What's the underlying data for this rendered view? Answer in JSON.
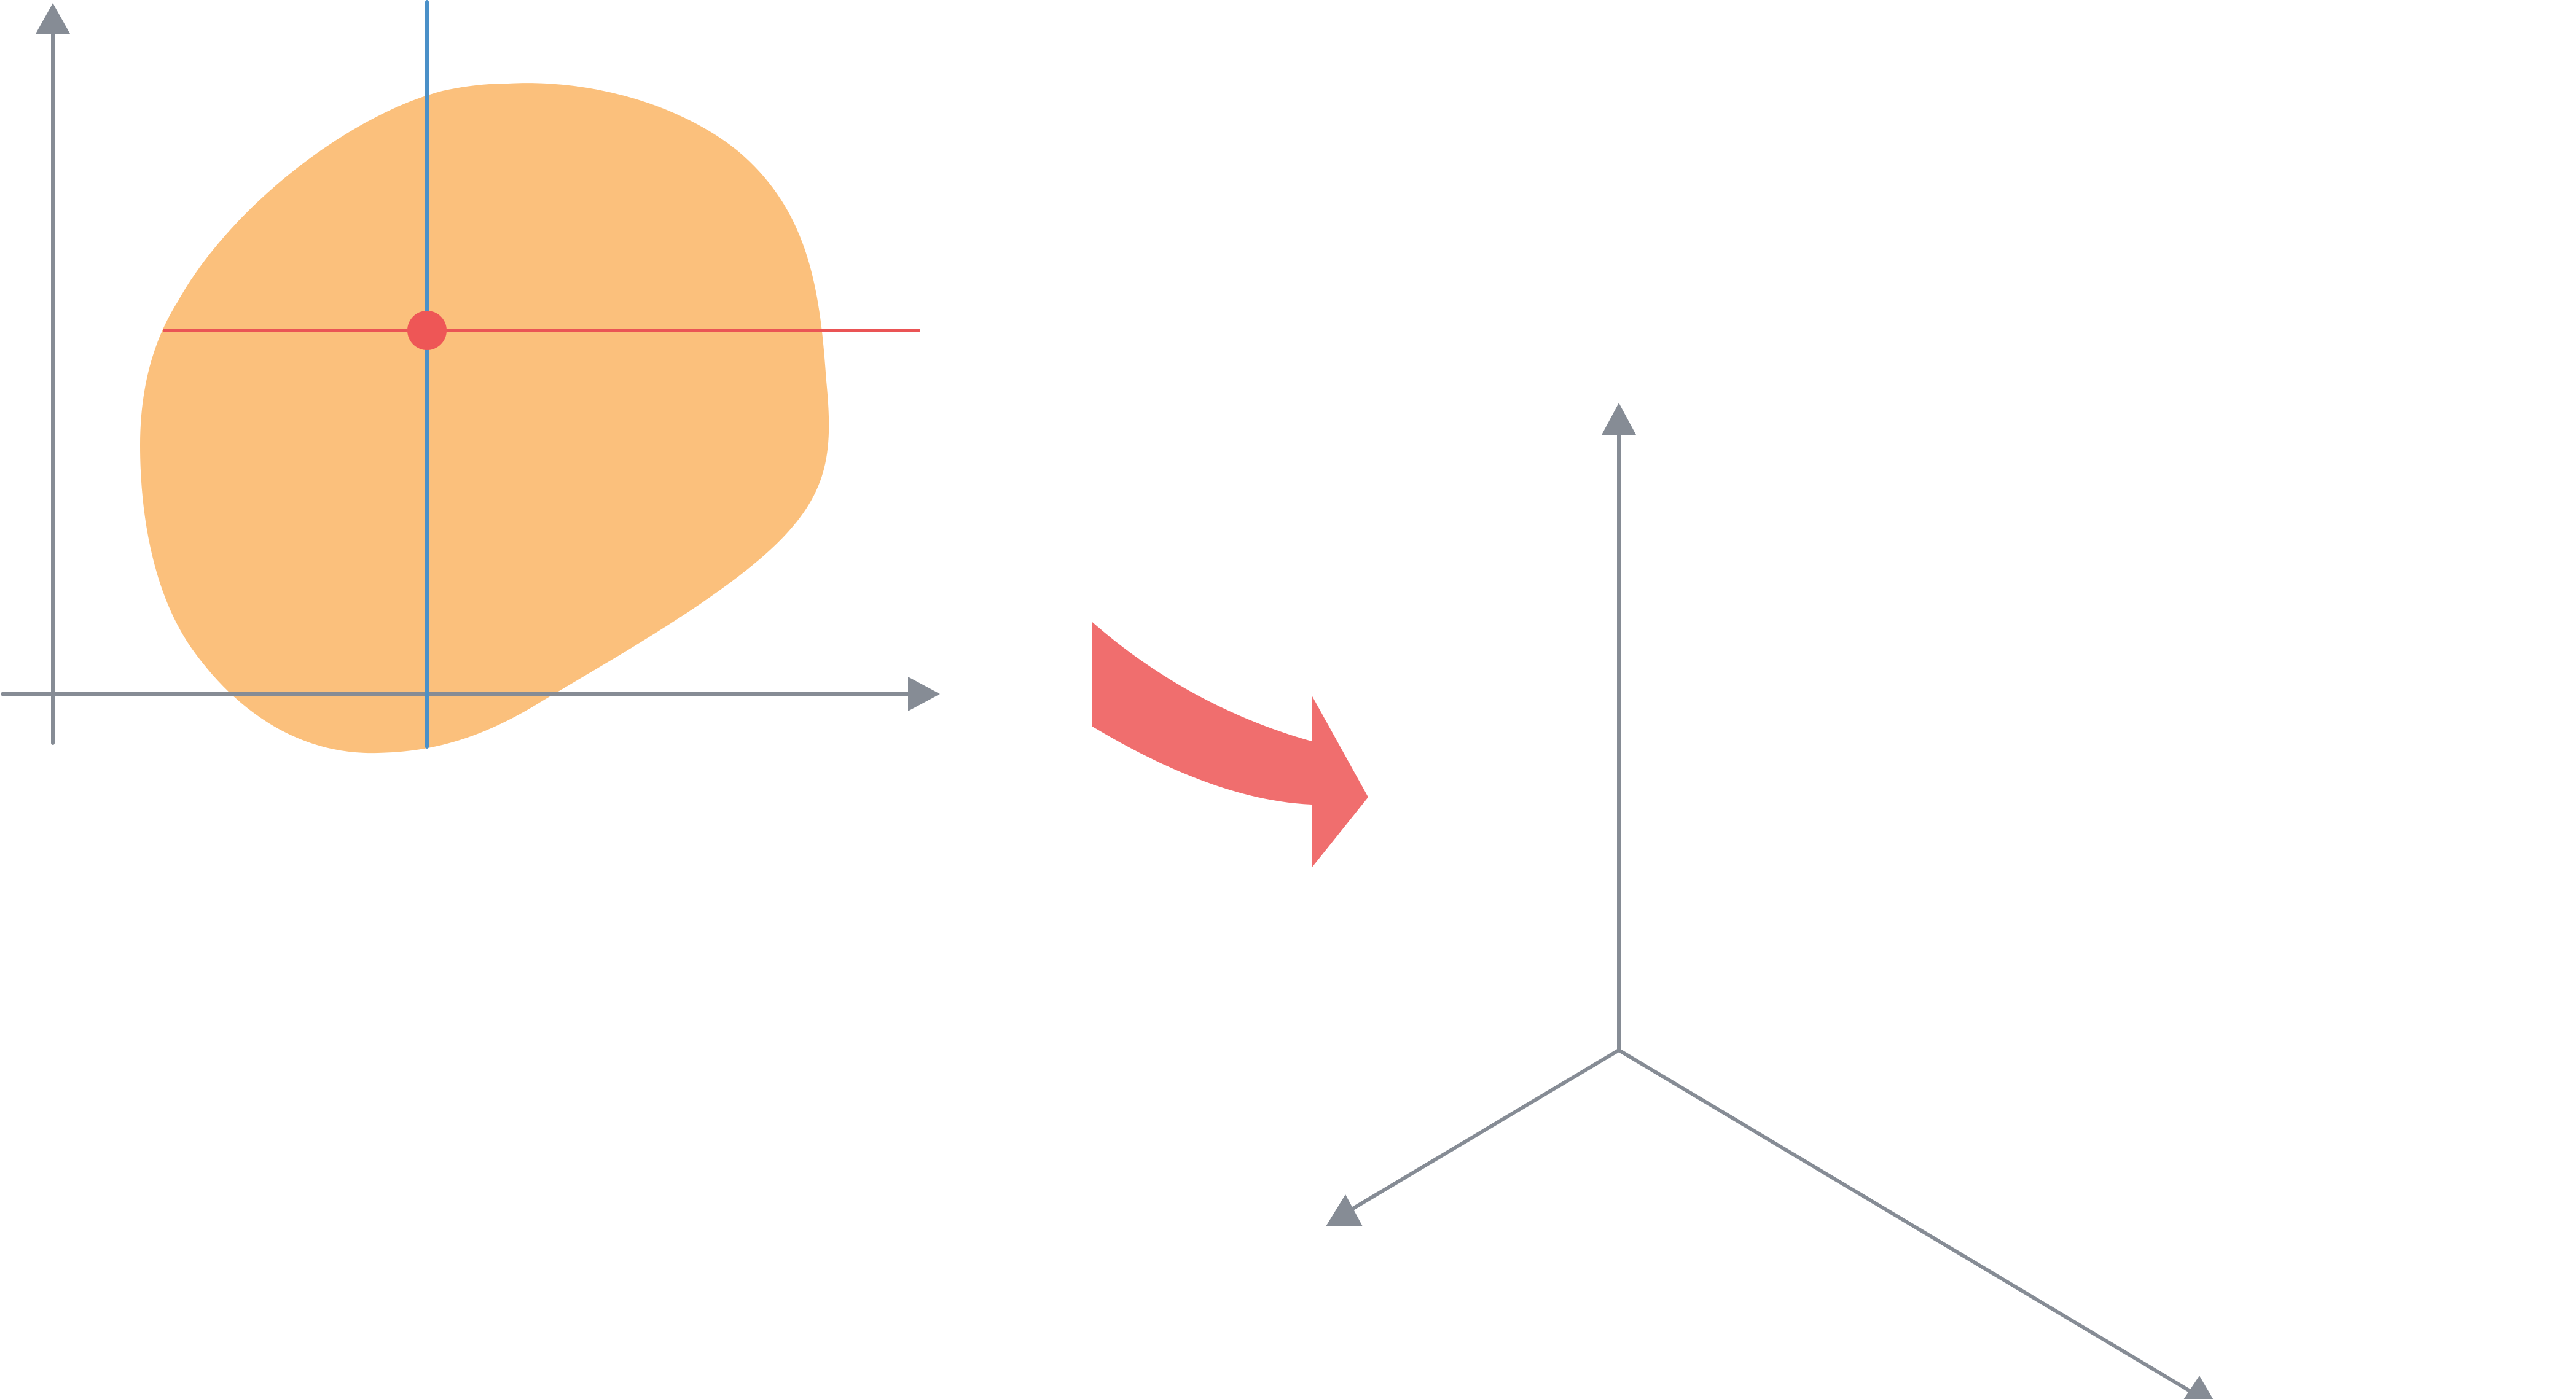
{
  "colors": {
    "background": "#ffffff",
    "axis": "#868c95",
    "region_fill": "#fbc07c",
    "horizontal_line": "#ea5455",
    "vertical_line": "#4a90c8",
    "intersection_point": "#ee5656",
    "transform_arrow": "#f06e6e"
  },
  "panels": {
    "left": {
      "kind": "2d-coordinate-system",
      "axes": [
        "x-axis",
        "y-axis"
      ],
      "region": "irregular-filled-region",
      "lines": [
        "horizontal-line",
        "vertical-line"
      ],
      "point": "intersection-point"
    },
    "transition": {
      "icon": "curved-arrow-icon"
    },
    "right": {
      "kind": "3d-coordinate-system",
      "axes": [
        "vertical-axis",
        "left-axis",
        "right-axis"
      ]
    }
  }
}
